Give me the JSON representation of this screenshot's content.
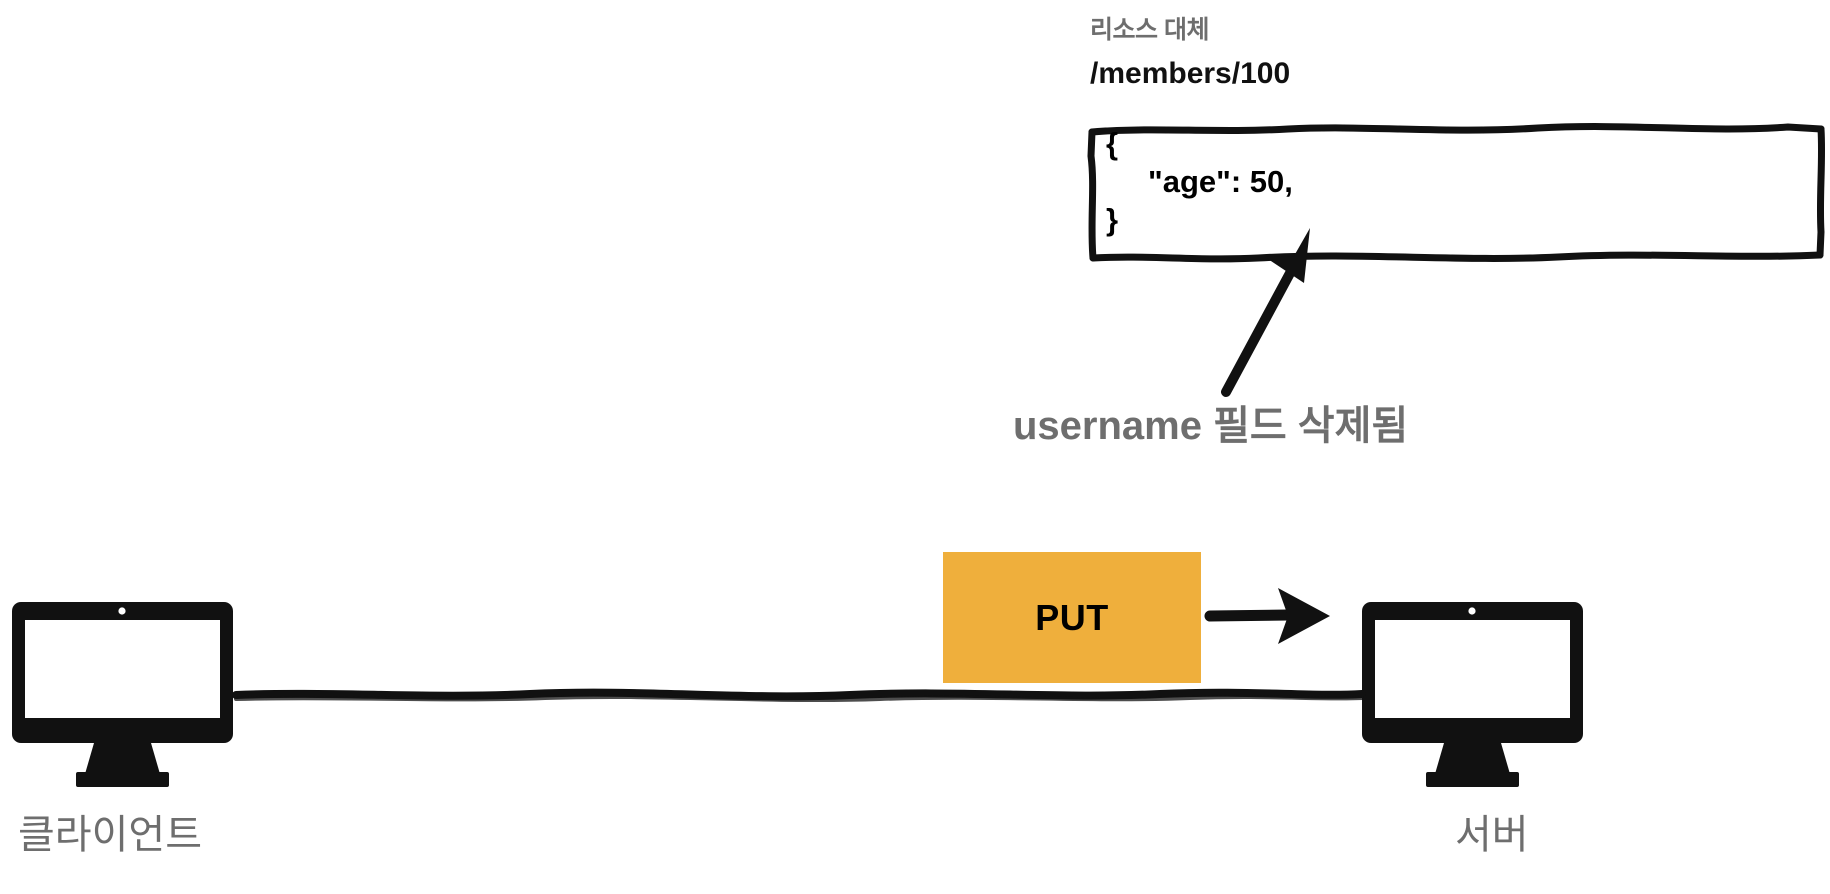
{
  "diagram": {
    "title_caption": "리소스 대체",
    "endpoint": "/members/100",
    "method_label": "PUT",
    "annotation": "username 필드 삭제됨",
    "body": {
      "open_brace": "{",
      "lines": [
        "\"age\": 50,"
      ],
      "close_brace": "}"
    },
    "nodes": [
      {
        "id": "client",
        "label": "클라이언트",
        "icon": "desktop-monitor-icon"
      },
      {
        "id": "server",
        "label": "서버",
        "icon": "desktop-monitor-icon"
      }
    ],
    "colors": {
      "method_chip_bg": "#efaf3c",
      "ink": "#111111",
      "muted_text": "#6e6e6e",
      "background": "#ffffff"
    },
    "connectors": [
      {
        "id": "client-server-link",
        "type": "line",
        "style": "sketch"
      },
      {
        "id": "request-arrow",
        "type": "arrow",
        "style": "sketch",
        "direction": "right"
      },
      {
        "id": "annotation-arrow",
        "type": "arrow",
        "style": "sketch",
        "direction": "up-right"
      }
    ]
  }
}
